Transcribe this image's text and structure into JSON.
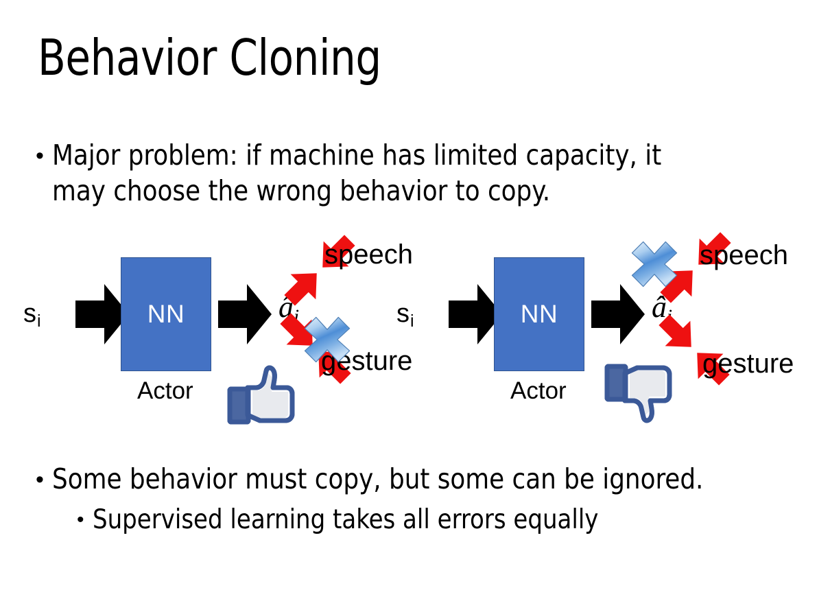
{
  "slide": {
    "title": "Behavior Cloning",
    "background_color": "#FFFFFF"
  },
  "bullets": [
    {
      "marker": "•",
      "text": "Major problem: if machine has limited capacity, it may choose the wrong behavior to copy.",
      "level": 1
    },
    {
      "marker": "•",
      "text": "Some behavior must copy, but some can be ignored.",
      "level": 1
    },
    {
      "marker": "•",
      "text": "Supervised learning takes all errors equally",
      "level": 2
    }
  ],
  "colors": {
    "nn_box_fill": "#4472C4",
    "nn_box_border": "#2E528F",
    "arrow_black": "#000000",
    "arrow_red": "#EE1111",
    "x_icon_blue": "#3F83D4",
    "x_icon_light": "#CFE2F7",
    "thumb_outline": "#3B5998",
    "thumb_fill": "#FFFFFF",
    "thumb_cuff": "#4B67A1",
    "text_black": "#000000",
    "nn_label_white": "#FFFFFF"
  },
  "diagrams": [
    {
      "id": "left",
      "input_label": "s",
      "input_subscript": "i",
      "box_label": "NN",
      "box_caption": "Actor",
      "output_label": "â",
      "output_subscript": "i",
      "branches": [
        {
          "name": "speech",
          "label": "speech",
          "direction": "up-right",
          "crossed_out": false
        },
        {
          "name": "gesture",
          "label": "gesture",
          "direction": "down-right",
          "crossed_out": true
        }
      ],
      "verdict_icon": "thumbs-up",
      "cancel_icon": "blue-x-cross"
    },
    {
      "id": "right",
      "input_label": "s",
      "input_subscript": "i",
      "box_label": "NN",
      "box_caption": "Actor",
      "output_label": "â",
      "output_subscript": "i",
      "branches": [
        {
          "name": "speech",
          "label": "speech",
          "direction": "up-right",
          "crossed_out": true
        },
        {
          "name": "gesture",
          "label": "gesture",
          "direction": "down-right",
          "crossed_out": false
        }
      ],
      "verdict_icon": "thumbs-down",
      "cancel_icon": "blue-x-cross"
    }
  ]
}
